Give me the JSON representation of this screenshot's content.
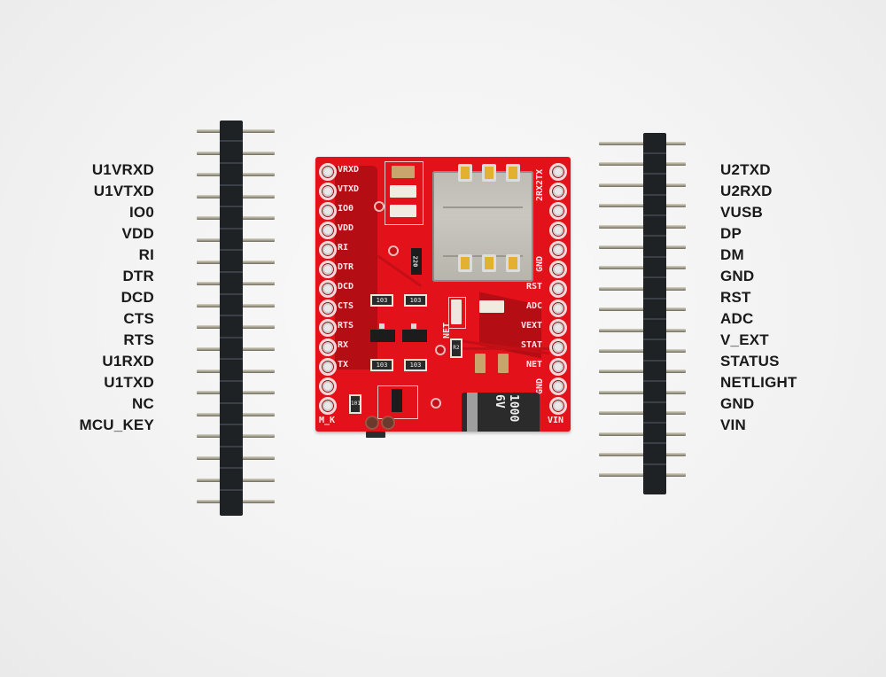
{
  "image": {
    "subject": "SIM800C GSM module breakout board with two pin headers and pinout labels",
    "background_color": "#f4f4f4",
    "pcb_color": "#e3121a"
  },
  "left_labels": [
    "U1VRXD",
    "U1VTXD",
    "IO0",
    "VDD",
    "RI",
    "DTR",
    "DCD",
    "CTS",
    "RTS",
    "U1RXD",
    "U1TXD",
    "NC",
    "MCU_KEY"
  ],
  "right_labels": [
    "U2TXD",
    "U2RXD",
    "VUSB",
    "DP",
    "DM",
    "GND",
    "RST",
    "ADC",
    "V_EXT",
    "STATUS",
    "NETLIGHT",
    "GND",
    "VIN"
  ],
  "pcb": {
    "left_silk": [
      "VRXD",
      "VTXD",
      "IO0",
      "VDD",
      "RI",
      "DTR",
      "DCD",
      "CTS",
      "RTS",
      "RX",
      "TX",
      "",
      "M_K"
    ],
    "right_silk_vertical_top": "2RX2TX",
    "right_silk_gnd_top": "GND",
    "right_silk": [
      "RST",
      "ADC",
      "VEXT",
      "STAT",
      "NET"
    ],
    "right_silk_gnd_bottom": "GND",
    "right_silk_vin": "VIN",
    "net_label": "NET",
    "resistor_codes": [
      "103",
      "103",
      "103",
      "103",
      "101"
    ],
    "array_code": "220",
    "small_res_code": "R2",
    "capacitor_marking": [
      "1000",
      "6V"
    ]
  },
  "headers": {
    "left_pin_count": 18,
    "right_pin_count": 17
  }
}
